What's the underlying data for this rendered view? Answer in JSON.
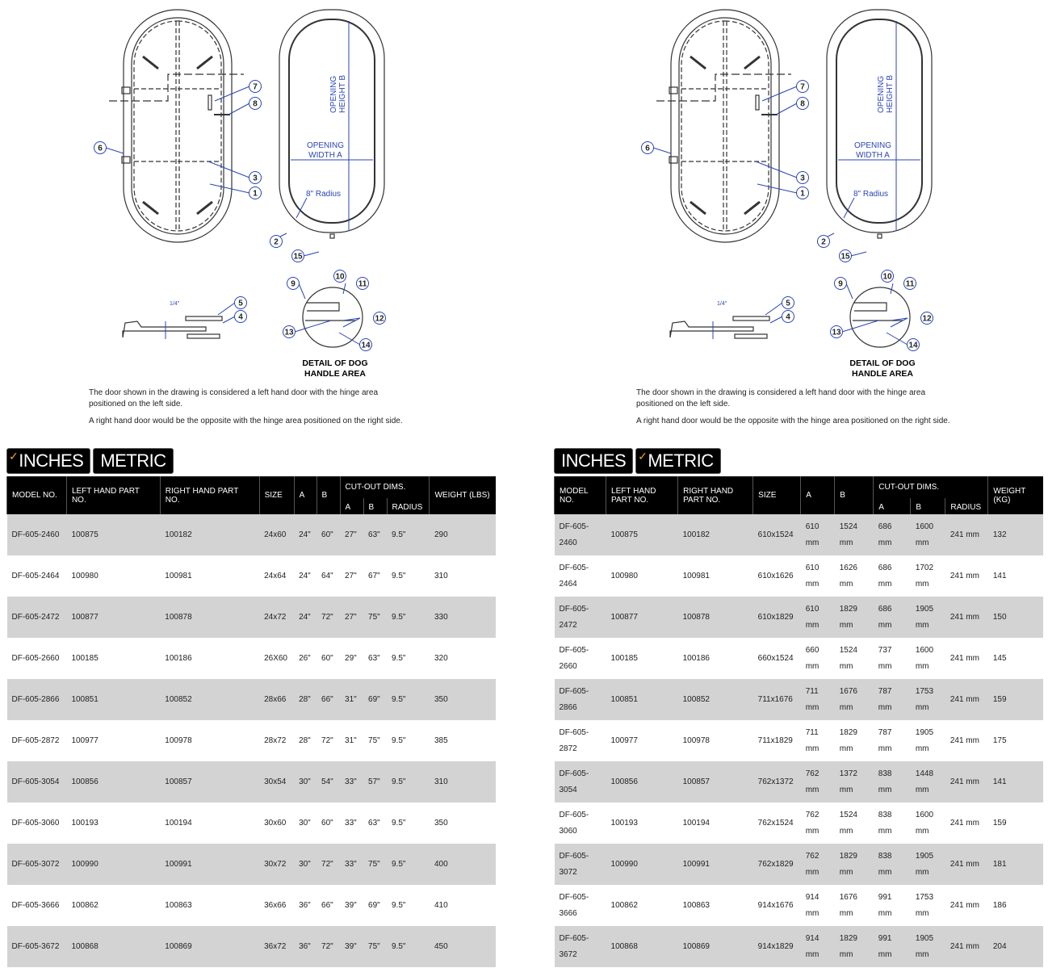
{
  "drawing": {
    "callouts": [
      "1",
      "2",
      "3",
      "4",
      "5",
      "6",
      "7",
      "8",
      "9",
      "10",
      "11",
      "12",
      "13",
      "14",
      "15"
    ],
    "opening_height": [
      "OPENING",
      "HEIGHT B"
    ],
    "opening_width": [
      "OPENING",
      "WIDTH A"
    ],
    "radius": "8\" Radius",
    "fraction": "1/4\"",
    "detail": [
      "DETAIL OF DOG",
      "HANDLE AREA"
    ]
  },
  "notes": [
    "The door shown in the drawing is considered a left hand door with the hinge area positioned on the left side.",
    "A right hand door would be the opposite with the hinge area positioned on the right side."
  ],
  "colors": {
    "accent": "#f0a020",
    "blue": "#2a45b5"
  },
  "inches": {
    "tabs": [
      "INCHES",
      "METRIC"
    ],
    "selected": "INCHES",
    "headers": {
      "model": "MODEL NO.",
      "lh": "LEFT HAND PART NO.",
      "rh": "RIGHT HAND PART NO.",
      "size": "SIZE",
      "a": "A",
      "b": "B",
      "cut": "CUT-OUT DIMS.",
      "ca": "A",
      "cb": "B",
      "radius": "RADIUS",
      "weight": "WEIGHT (LBS)"
    },
    "rows": [
      [
        "DF-605-2460",
        "100875",
        "100182",
        "24x60",
        "24\"",
        "60\"",
        "27\"",
        "63\"",
        "9.5\"",
        "290"
      ],
      [
        "DF-605-2464",
        "100980",
        "100981",
        "24x64",
        "24\"",
        "64\"",
        "27\"",
        "67\"",
        "9.5\"",
        "310"
      ],
      [
        "DF-605-2472",
        "100877",
        "100878",
        "24x72",
        "24\"",
        "72\"",
        "27\"",
        "75\"",
        "9.5\"",
        "330"
      ],
      [
        "DF-605-2660",
        "100185",
        "100186",
        "26X60",
        "26\"",
        "60\"",
        "29\"",
        "63\"",
        "9.5\"",
        "320"
      ],
      [
        "DF-605-2866",
        "100851",
        "100852",
        "28x66",
        "28\"",
        "66\"",
        "31\"",
        "69\"",
        "9.5\"",
        "350"
      ],
      [
        "DF-605-2872",
        "100977",
        "100978",
        "28x72",
        "28\"",
        "72\"",
        "31\"",
        "75\"",
        "9.5\"",
        "385"
      ],
      [
        "DF-605-3054",
        "100856",
        "100857",
        "30x54",
        "30\"",
        "54\"",
        "33\"",
        "57\"",
        "9.5\"",
        "310"
      ],
      [
        "DF-605-3060",
        "100193",
        "100194",
        "30x60",
        "30\"",
        "60\"",
        "33\"",
        "63\"",
        "9.5\"",
        "350"
      ],
      [
        "DF-605-3072",
        "100990",
        "100991",
        "30x72",
        "30\"",
        "72\"",
        "33\"",
        "75\"",
        "9.5\"",
        "400"
      ],
      [
        "DF-605-3666",
        "100862",
        "100863",
        "36x66",
        "36\"",
        "66\"",
        "39\"",
        "69\"",
        "9.5\"",
        "410"
      ],
      [
        "DF-605-3672",
        "100868",
        "100869",
        "36x72",
        "36\"",
        "72\"",
        "39\"",
        "75\"",
        "9.5\"",
        "450"
      ]
    ]
  },
  "metric": {
    "tabs": [
      "INCHES",
      "METRIC"
    ],
    "selected": "METRIC",
    "headers": {
      "model": "MODEL NO.",
      "lh": "LEFT HAND PART NO.",
      "rh": "RIGHT HAND PART NO.",
      "size": "SIZE",
      "a": "A",
      "b": "B",
      "cut": "CUT-OUT DIMS.",
      "ca": "A",
      "cb": "B",
      "radius": "RADIUS",
      "weight": "WEIGHT (KG)"
    },
    "rows": [
      [
        "DF-605-2460",
        "100875",
        "100182",
        "610x1524",
        "610 mm",
        "1524 mm",
        "686 mm",
        "1600 mm",
        "241 mm",
        "132"
      ],
      [
        "DF-605-2464",
        "100980",
        "100981",
        "610x1626",
        "610 mm",
        "1626 mm",
        "686 mm",
        "1702 mm",
        "241 mm",
        "141"
      ],
      [
        "DF-605-2472",
        "100877",
        "100878",
        "610x1829",
        "610 mm",
        "1829 mm",
        "686 mm",
        "1905 mm",
        "241 mm",
        "150"
      ],
      [
        "DF-605-2660",
        "100185",
        "100186",
        "660x1524",
        "660 mm",
        "1524 mm",
        "737 mm",
        "1600 mm",
        "241 mm",
        "145"
      ],
      [
        "DF-605-2866",
        "100851",
        "100852",
        "711x1676",
        "711 mm",
        "1676 mm",
        "787 mm",
        "1753 mm",
        "241 mm",
        "159"
      ],
      [
        "DF-605-2872",
        "100977",
        "100978",
        "711x1829",
        "711 mm",
        "1829 mm",
        "787 mm",
        "1905 mm",
        "241 mm",
        "175"
      ],
      [
        "DF-605-3054",
        "100856",
        "100857",
        "762x1372",
        "762 mm",
        "1372 mm",
        "838 mm",
        "1448 mm",
        "241 mm",
        "141"
      ],
      [
        "DF-605-3060",
        "100193",
        "100194",
        "762x1524",
        "762 mm",
        "1524 mm",
        "838 mm",
        "1600 mm",
        "241 mm",
        "159"
      ],
      [
        "DF-605-3072",
        "100990",
        "100991",
        "762x1829",
        "762 mm",
        "1829 mm",
        "838 mm",
        "1905 mm",
        "241 mm",
        "181"
      ],
      [
        "DF-605-3666",
        "100862",
        "100863",
        "914x1676",
        "914 mm",
        "1676 mm",
        "991 mm",
        "1753 mm",
        "241 mm",
        "186"
      ],
      [
        "DF-605-3672",
        "100868",
        "100869",
        "914x1829",
        "914 mm",
        "1829 mm",
        "991 mm",
        "1905 mm",
        "241 mm",
        "204"
      ]
    ]
  }
}
